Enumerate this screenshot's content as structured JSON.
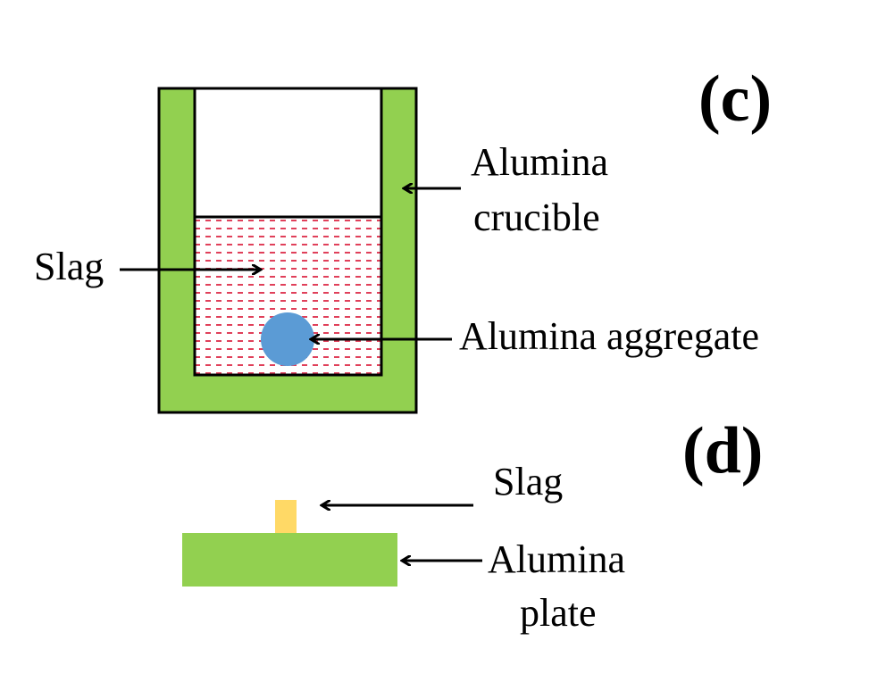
{
  "panel_c": {
    "tag": "(c)",
    "labels": {
      "crucible_line1": "Alumina",
      "crucible_line2": "crucible",
      "slag": "Slag",
      "aggregate": "Alumina aggregate"
    }
  },
  "panel_d": {
    "tag": "(d)",
    "labels": {
      "slag": "Slag",
      "plate_line1": "Alumina",
      "plate_line2": "plate"
    }
  },
  "colors": {
    "alumina_green": "#92d050",
    "slag_dash_red": "#e0405a",
    "aggregate_blue": "#5b9bd5",
    "slag_yellow": "#ffd966",
    "outline": "#000000"
  }
}
